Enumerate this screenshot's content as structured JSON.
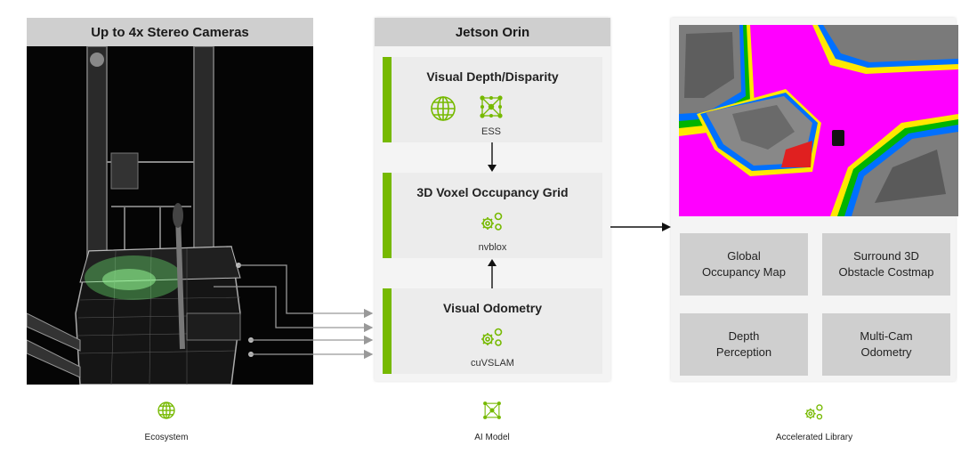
{
  "left_panel": {
    "title": "Up to 4x Stereo Cameras"
  },
  "center_panel": {
    "title": "Jetson Orin",
    "steps": [
      {
        "title": "Visual Depth/Disparity",
        "model": "ESS"
      },
      {
        "title": "3D Voxel Occupancy Grid",
        "model": "nvblox"
      },
      {
        "title": "Visual Odometry",
        "model": "cuVSLAM"
      }
    ]
  },
  "right_panel": {
    "outputs": [
      "Global\nOccupancy Map",
      "Surround 3D\nObstacle Costmap",
      "Depth\nPerception",
      "Multi-Cam\nOdometry"
    ]
  },
  "legend": [
    {
      "label": "Ecosystem",
      "icon": "globe-icon"
    },
    {
      "label": "AI Model",
      "icon": "neural-network-icon"
    },
    {
      "label": "Accelerated Library",
      "icon": "gears-icon"
    }
  ],
  "colors": {
    "accent": "#76b900",
    "header_bg": "#cfcfcf",
    "map_floor": "#ff00ff"
  }
}
